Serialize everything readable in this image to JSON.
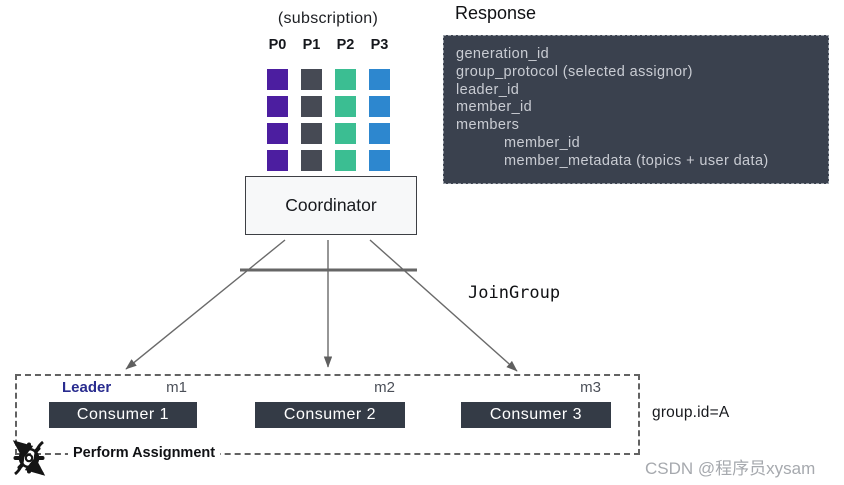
{
  "subscription": {
    "label": "(subscription)",
    "rows": 4,
    "partitions": [
      {
        "label": "P0",
        "color": "#4c1ea0"
      },
      {
        "label": "P1",
        "color": "#464a54"
      },
      {
        "label": "P2",
        "color": "#3bbe92"
      },
      {
        "label": "P3",
        "color": "#2d87cf"
      }
    ]
  },
  "coordinator": {
    "label": "Coordinator"
  },
  "response": {
    "title": "Response",
    "bg_color": "#3a414e",
    "text_color": "#c9ccd3",
    "lines": [
      {
        "text": "generation_id",
        "indent": false
      },
      {
        "text": "group_protocol (selected assignor)",
        "indent": false
      },
      {
        "text": "leader_id",
        "indent": false
      },
      {
        "text": "member_id",
        "indent": false
      },
      {
        "text": "members",
        "indent": false
      },
      {
        "text": "member_id",
        "indent": true
      },
      {
        "text": "member_metadata (topics + user data)",
        "indent": true
      }
    ]
  },
  "join_group": {
    "label": "JoinGroup"
  },
  "group": {
    "leader_label": "Leader",
    "leader_color": "#292c8f",
    "consumer_box_color": "#343b46",
    "members": [
      {
        "id": "m1",
        "consumer": "Consumer 1",
        "is_leader": true
      },
      {
        "id": "m2",
        "consumer": "Consumer 2",
        "is_leader": false
      },
      {
        "id": "m3",
        "consumer": "Consumer 3",
        "is_leader": false
      }
    ],
    "group_id_label": "group.id=A",
    "perform_assignment_label": "Perform Assignment"
  },
  "icons": {
    "gear": "perform-assignment-gear-icon"
  },
  "watermark": "CSDN @程序员xysam"
}
